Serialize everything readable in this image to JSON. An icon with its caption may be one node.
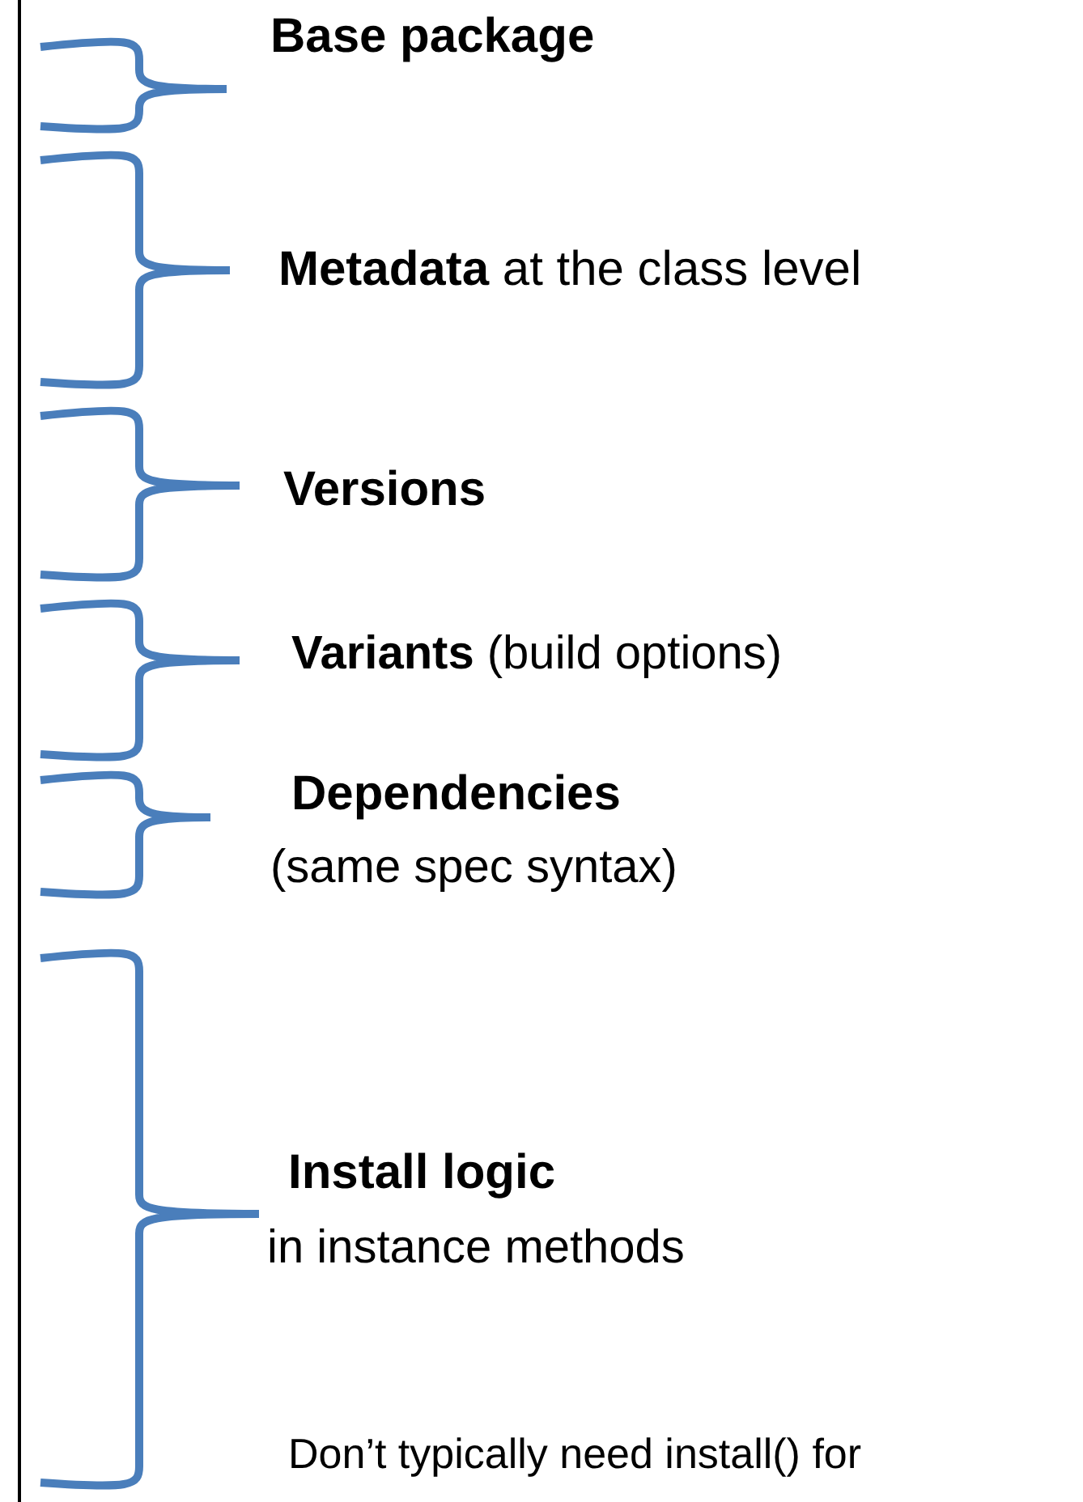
{
  "diagram": {
    "labels": [
      "Base package",
      "**Metadata** at the class level",
      "Versions",
      "**Variants** (build options)",
      "Dependencies",
      "(same spec syntax)",
      "Install logic",
      "in instance methods",
      "Don’t typically need install() for"
    ]
  }
}
